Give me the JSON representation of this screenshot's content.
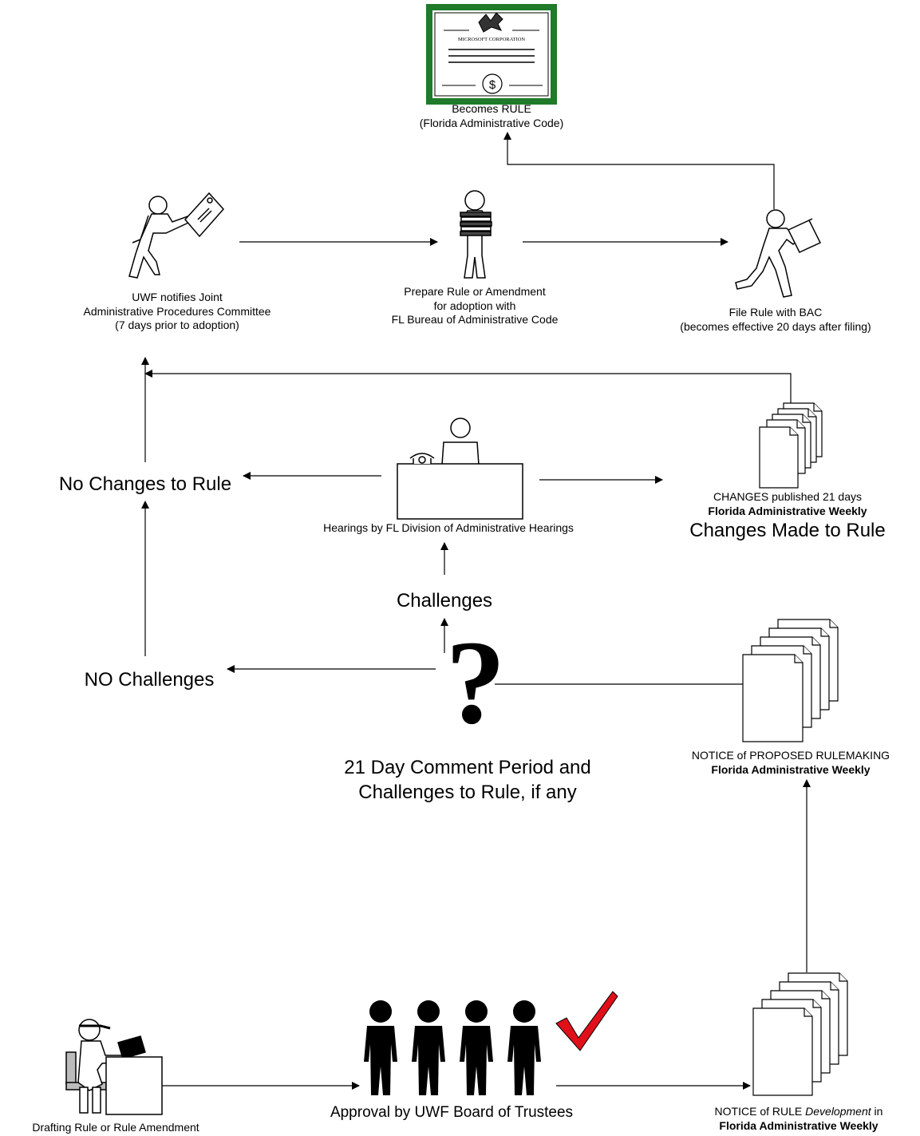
{
  "certificate": {
    "company": "MICROSOFT CORPORATION",
    "symbol": "$"
  },
  "nodes": {
    "becomes_rule": {
      "line1": "Becomes RULE",
      "line2": "(Florida Administrative Code)"
    },
    "uwf_notifies": {
      "line1": "UWF notifies Joint",
      "line2": "Administrative Procedures Committee",
      "line3": "(7 days prior to adoption)"
    },
    "prepare_rule": {
      "line1": "Prepare Rule or Amendment",
      "line2": "for adoption with",
      "line3": "FL Bureau of Administrative Code"
    },
    "file_rule": {
      "line1": "File Rule with BAC",
      "line2": "(becomes effective 20 days after filing)"
    },
    "no_changes": {
      "label": "No Changes to Rule"
    },
    "hearings": {
      "label": "Hearings by FL Division of Administrative Hearings"
    },
    "changes_published": {
      "line1": "CHANGES published 21 days",
      "line2": "Florida Administrative Weekly",
      "line3": "Changes Made to Rule"
    },
    "challenges": {
      "label": "Challenges"
    },
    "no_challenges": {
      "label": "NO Challenges"
    },
    "comment_period": {
      "line1": "21 Day Comment Period and",
      "line2": "Challenges to Rule, if any"
    },
    "notice_proposed": {
      "line1": "NOTICE of PROPOSED RULEMAKING",
      "line2": "Florida Administrative Weekly"
    },
    "drafting": {
      "label": "Drafting Rule or Rule Amendment"
    },
    "approval": {
      "label": "Approval by UWF Board of Trustees"
    },
    "notice_development": {
      "prefix": "NOTICE of RULE ",
      "italic": "Development",
      "suffix": " in",
      "line2": "Florida Administrative Weekly"
    }
  },
  "colors": {
    "certificate_border": "#1f7a2a",
    "checkmark": "#e0101a",
    "stroke": "#000000"
  }
}
